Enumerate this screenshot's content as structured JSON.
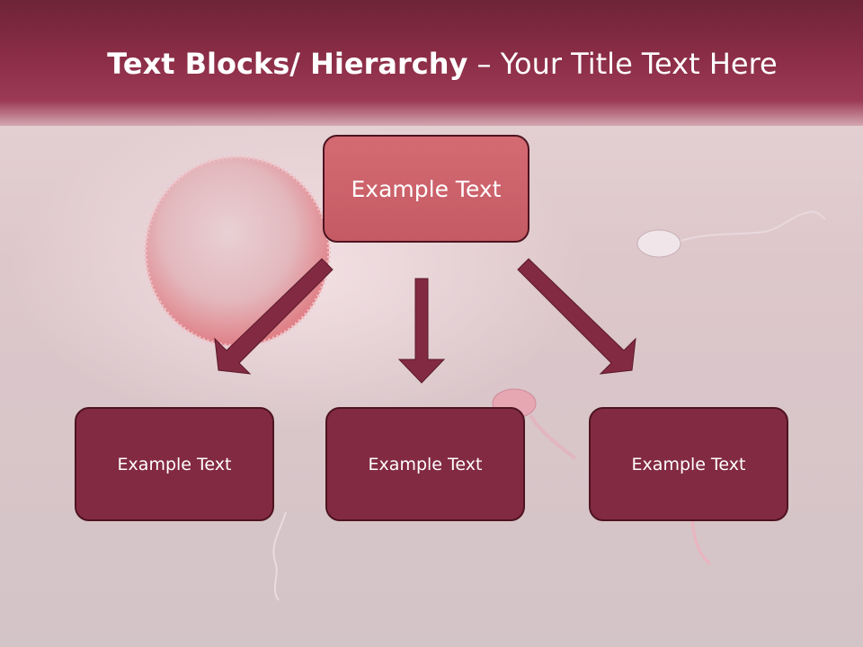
{
  "title": {
    "bold_part": "Text Blocks/ Hierarchy",
    "separator": " – ",
    "regular_part": "Your Title Text Here"
  },
  "diagram": {
    "top": {
      "label": "Example Text"
    },
    "children": [
      {
        "label": "Example Text"
      },
      {
        "label": "Example Text"
      },
      {
        "label": "Example Text"
      }
    ]
  },
  "colors": {
    "header": "#8b2d46",
    "top_box": "#c45a63",
    "child_box": "#832a43",
    "arrow": "#832a43"
  }
}
